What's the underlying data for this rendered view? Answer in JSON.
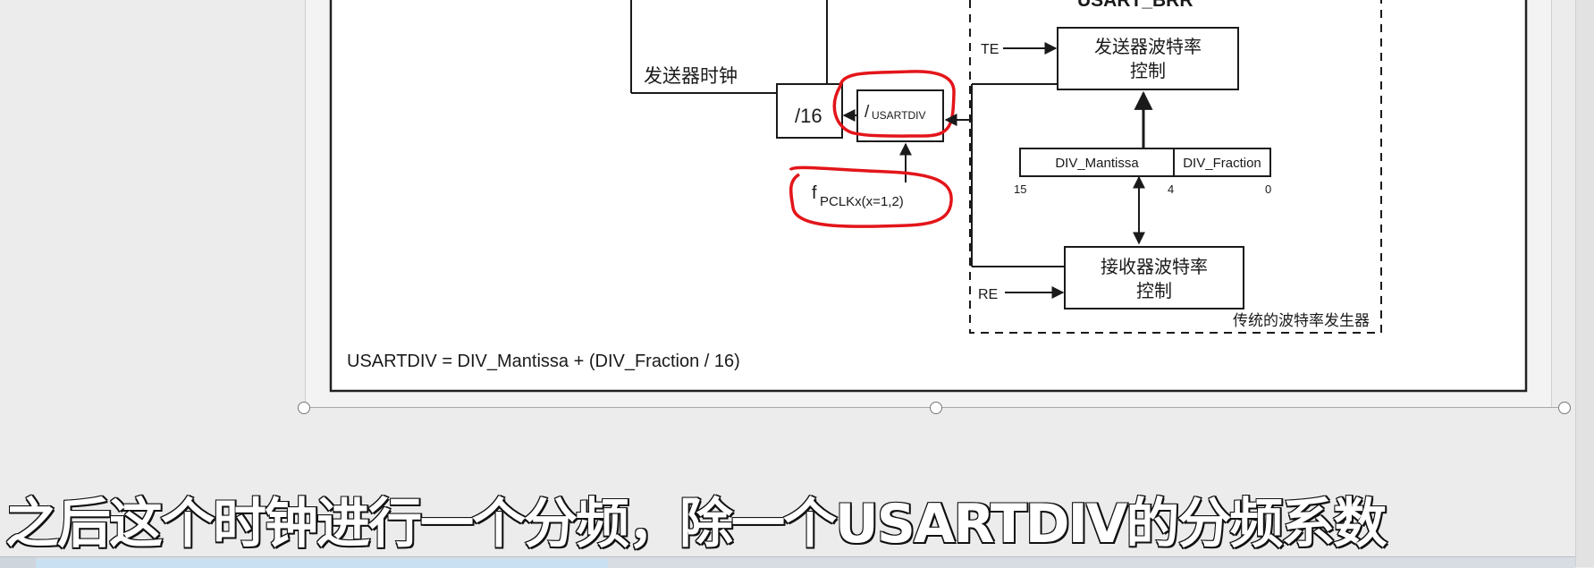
{
  "diagram": {
    "register_title": "USART_BRR",
    "tx_clock_label": "发送器时钟",
    "div16_label": "/16",
    "usartdiv_prefix": "/",
    "usartdiv_label": "USARTDIV",
    "pclk_main": "f",
    "pclk_sub": "PCLKx(x=1,2)",
    "te_label": "TE",
    "re_label": "RE",
    "tx_baud_line1": "发送器波特率",
    "tx_baud_line2": "控制",
    "rx_baud_line1": "接收器波特率",
    "rx_baud_line2": "控制",
    "mantissa_label": "DIV_Mantissa",
    "fraction_label": "DIV_Fraction",
    "bit15": "15",
    "bit4": "4",
    "bit0": "0",
    "generator_label": "传统的波特率发生器",
    "formula": "USARTDIV = DIV_Mantissa + (DIV_Fraction / 16)"
  },
  "subtitle": "之后这个时钟进行一个分频，除一个USARTDIV的分频系数",
  "colors": {
    "annotation_red": "#e3151a",
    "subtitle_text": "#ffffff",
    "line": "#1a1a1a"
  }
}
